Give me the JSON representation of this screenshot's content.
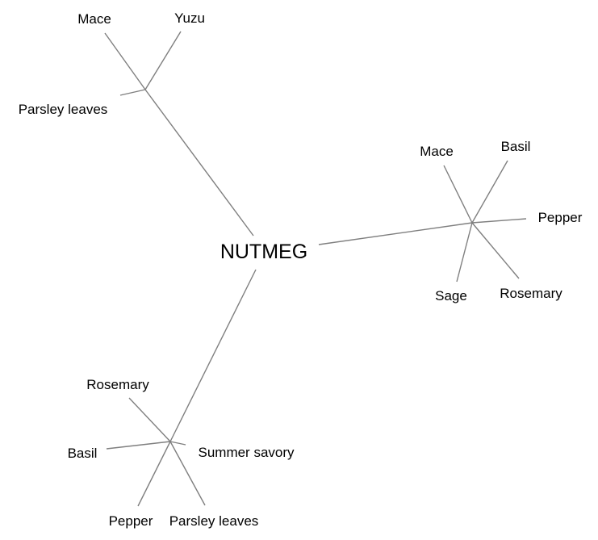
{
  "diagram": {
    "type": "mind-map",
    "center": {
      "label": "NUTMEG"
    },
    "line_color": "#7f7f7f",
    "groups": [
      {
        "id": "top-left",
        "leaves": [
          {
            "label": "Mace"
          },
          {
            "label": "Yuzu"
          },
          {
            "label": "Parsley leaves"
          }
        ]
      },
      {
        "id": "right",
        "leaves": [
          {
            "label": "Mace"
          },
          {
            "label": "Basil"
          },
          {
            "label": "Pepper"
          },
          {
            "label": "Sage"
          },
          {
            "label": "Rosemary"
          }
        ]
      },
      {
        "id": "bottom-left",
        "leaves": [
          {
            "label": "Rosemary"
          },
          {
            "label": "Basil"
          },
          {
            "label": "Summer savory"
          },
          {
            "label": "Pepper"
          },
          {
            "label": "Parsley leaves"
          }
        ]
      }
    ]
  }
}
